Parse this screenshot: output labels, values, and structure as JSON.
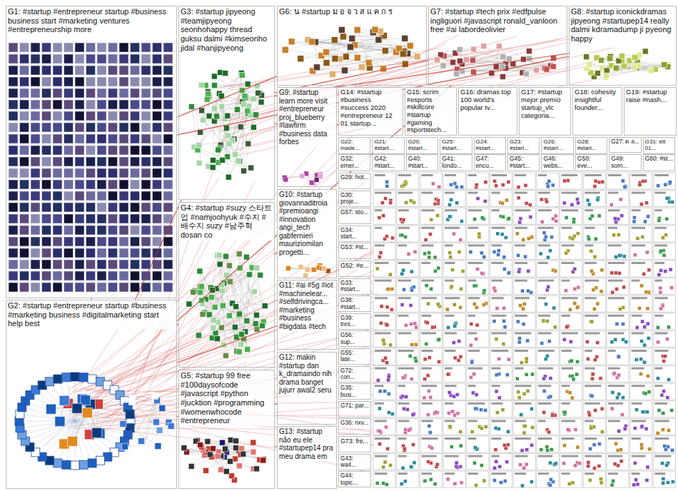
{
  "diagram": {
    "nodes": [
      {
        "text": [
          "G1: #startup #entrepreneur startup #business business start #marketing ventures #entrepreneurship more"
        ]
      },
      {
        "text": [
          "G2: #startup #entrepreneur startup #business #marketing business #digitalmarketing start help best"
        ]
      },
      {
        "text": [
          "G3: #startup jipyeong #teamjipyeong seonhohappy thread guksu dalmi #kimseonho jidal #hanjipyeong"
        ]
      },
      {
        "text": [
          "G4: #startup #suzy 스타트업 #namjoohyuk #수지 #배수지 suzy #남주혁 dosan co"
        ]
      },
      {
        "text": [
          "G5: #startup 99 free #100daysofcode #javascript #python #jucktion #programming #womenwhocode #entrepreneur"
        ]
      },
      {
        "text": [
          "G6: น #startup ม อ จ ว ส แ ค ก ร"
        ]
      },
      {
        "text": [
          "G7: #startup #tech prix #edfpulse ingliguori #javascript ronald_vanloon free #ai labordeolivier"
        ]
      },
      {
        "text": [
          "G8: #startup iconickdramas jipyeong #startupep14 really dalmi kdramadump ji pyeong happy"
        ]
      },
      {
        "text": [
          "G9: #startup learn more visit #entrepreneur proj_blueberry #lawfirm #business data forbes"
        ]
      },
      {
        "text": [
          "G14: #startup #business #success 2020 #entrepreneur 12 01 startup..."
        ]
      },
      {
        "text": [
          "G15: scrim #esports #skillcore #startup #gaming #sportstech..."
        ]
      },
      {
        "text": [
          "G16: dramas top 100 world's popular tv..."
        ]
      },
      {
        "text": [
          "G17: #startup mejor premio startup_vlc categoria..."
        ]
      },
      {
        "text": [
          "G18: cohesity insightful founder..."
        ]
      },
      {
        "text": [
          "G19: #startup raise #nash..."
        ]
      },
      {
        "text": [
          "G10: #startup giovannaditroia #premioangi #innovation angi_tech gabfernieri mauriziomilan progetti..."
        ]
      },
      {
        "text": [
          "G11: #ai #5g #iot #machinelear... #selfdrivingca... #marketing #business #bigdata #tech"
        ]
      },
      {
        "text": [
          "G12: makin #startup dan k_dramaindo nih drama banget jujurr awal2 seru"
        ]
      },
      {
        "text": [
          "G13: #startup não eu ele #startupep14 pra meu drama em"
        ]
      },
      {
        "text": [
          "G22: made..."
        ]
      },
      {
        "text": [
          "G21: #start..."
        ]
      },
      {
        "text": [
          "G20: #start..."
        ]
      },
      {
        "text": [
          "G25: #start..."
        ]
      },
      {
        "text": [
          "G24: #start..."
        ]
      },
      {
        "text": [
          "G23: #start..."
        ]
      },
      {
        "text": [
          "G26: #start..."
        ]
      },
      {
        "text": [
          "G28: #start..."
        ]
      },
      {
        "text": [
          "G27: ด ล..."
        ]
      },
      {
        "text": [
          "G31: ett 01..."
        ]
      },
      {
        "text": [
          "G32: emer..."
        ]
      },
      {
        "text": [
          "G42: #start..."
        ]
      },
      {
        "text": [
          "G40: #start..."
        ]
      },
      {
        "text": [
          "G41: londo..."
        ]
      },
      {
        "text": [
          "G47: encu..."
        ]
      },
      {
        "text": [
          "G45: #start..."
        ]
      },
      {
        "text": [
          "G46: webs..."
        ]
      },
      {
        "text": [
          "G50: eve..."
        ]
      },
      {
        "text": [
          "G49: som..."
        ]
      },
      {
        "text": [
          "G60: #st..."
        ]
      },
      {
        "text": [
          "G29: hot..."
        ]
      },
      {
        "text": [
          "G30: proje..."
        ]
      },
      {
        "text": [
          "G57: sto..."
        ]
      },
      {
        "text": [
          "G34: start..."
        ]
      },
      {
        "text": [
          "G53: #st..."
        ]
      },
      {
        "text": [
          "G52: #e..."
        ]
      },
      {
        "text": [
          "G33: #start..."
        ]
      },
      {
        "text": [
          "G38: #start..."
        ]
      },
      {
        "text": [
          "G39: tres..."
        ]
      },
      {
        "text": [
          "G56: sup..."
        ]
      },
      {
        "text": [
          "G55: late..."
        ]
      },
      {
        "text": [
          "G72: con..."
        ]
      },
      {
        "text": [
          "G35: busi..."
        ]
      },
      {
        "text": [
          "G71: par..."
        ]
      },
      {
        "text": [
          "G36: nxv..."
        ]
      },
      {
        "text": [
          "G73: fre..."
        ]
      },
      {
        "text": [
          "G43: wa4..."
        ]
      },
      {
        "text": [
          "G44: topic..."
        ]
      }
    ],
    "edges": [
      {
        "from": 0,
        "to": 1,
        "arrow": "none"
      },
      {
        "from": 2,
        "to": 1,
        "arrow": "none"
      },
      {
        "from": 3,
        "to": 1,
        "arrow": "none"
      },
      {
        "from": 4,
        "to": 1,
        "arrow": "none"
      },
      {
        "from": 5,
        "to": 0,
        "arrow": "none"
      },
      {
        "from": 6,
        "to": 2,
        "arrow": "none"
      },
      {
        "from": 7,
        "to": 2,
        "arrow": "none"
      },
      {
        "from": 8,
        "to": 2,
        "arrow": "none"
      },
      {
        "from": 15,
        "to": 3,
        "arrow": "none"
      },
      {
        "from": 16,
        "to": 1,
        "arrow": "none"
      },
      {
        "from": 9,
        "to": 8,
        "arrow": "none"
      },
      {
        "from": 17,
        "to": 4,
        "arrow": "none"
      },
      {
        "from": 18,
        "to": 4,
        "arrow": "none"
      },
      {
        "from": 6,
        "to": 1,
        "arrow": "none"
      },
      {
        "from": 7,
        "to": 0,
        "arrow": "none"
      }
    ]
  }
}
